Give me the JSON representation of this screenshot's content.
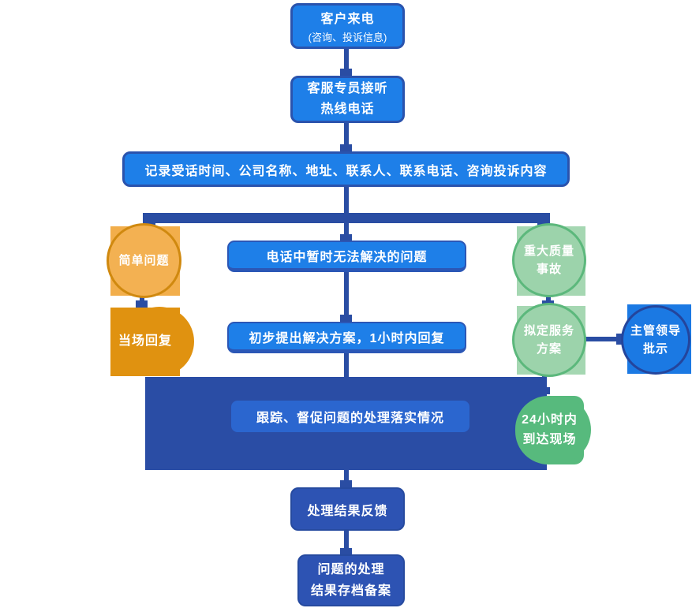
{
  "nodes": {
    "customer_call": {
      "title": "客户来电",
      "subtitle": "(咨询、投诉信息)"
    },
    "agent_answer": {
      "line1": "客服专员接听",
      "line2": "热线电话"
    },
    "record_info": {
      "label": "记录受话时间、公司名称、地址、联系人、联系电话、咨询投诉内容"
    },
    "simple_issue": {
      "label": "简单问题"
    },
    "reply_on_spot": {
      "label": "当场回复"
    },
    "unsolvable_on_phone": {
      "label": "电话中暂时无法解决的问题"
    },
    "initial_solution": {
      "label": "初步提出解决方案，1小时内回复"
    },
    "major_quality_accident": {
      "line1": "重大质量",
      "line2": "事故"
    },
    "draft_service_plan": {
      "line1": "拟定服务",
      "line2": "方案"
    },
    "leader_approval": {
      "line1": "主管领导",
      "line2": "批示"
    },
    "track_supervise": {
      "label": "跟踪、督促问题的处理落实情况"
    },
    "arrive_within_24h": {
      "line1": "24小时内",
      "line2": "到达现场"
    },
    "result_feedback": {
      "label": "处理结果反馈"
    },
    "archive_record": {
      "line1": "问题的处理",
      "line2": "结果存档备案"
    }
  },
  "colors": {
    "bright_blue": "#1E7FE8",
    "navy_connector": "#2A4DA3",
    "panel_navy": "#2A4DA5",
    "inner_medium_blue": "#2B66CF",
    "result_blue": "#2D53B3",
    "orange_light": "#F2AE4B",
    "orange_border": "#D0890F",
    "orange_solid": "#E09210",
    "green_light": "#A5D7B2",
    "green_border": "#5CB87C",
    "green_solid": "#57BA7D"
  }
}
